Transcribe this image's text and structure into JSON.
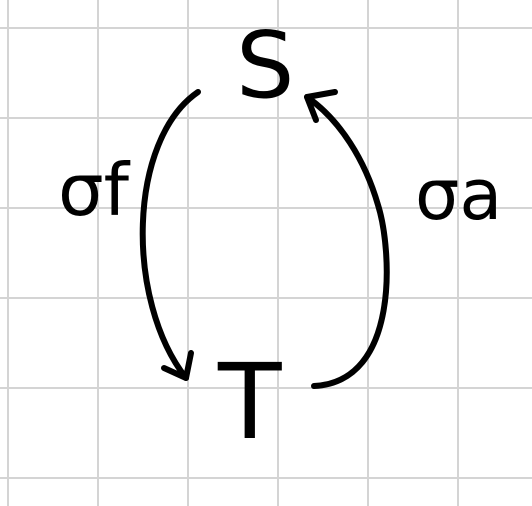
{
  "diagram": {
    "nodes": [
      {
        "id": "S",
        "label": "S"
      },
      {
        "id": "T",
        "label": "T"
      }
    ],
    "edges": [
      {
        "from": "S",
        "to": "T",
        "label": "σf"
      },
      {
        "from": "T",
        "to": "S",
        "label": "σa"
      }
    ]
  },
  "style": {
    "ink_color": "#000000",
    "grid_color": "#d4d4d4",
    "background_color": "#ffffff"
  }
}
